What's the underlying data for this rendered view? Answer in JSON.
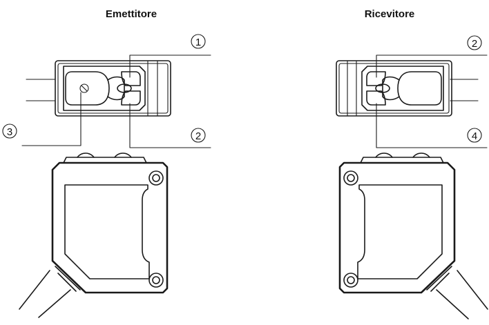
{
  "titles": {
    "emitter": "Emettitore",
    "receiver": "Ricevitore"
  },
  "callouts": {
    "emitter": [
      "1",
      "2",
      "3"
    ],
    "receiver": [
      "2",
      "4"
    ]
  },
  "colors": {
    "line": "#1a1a1a",
    "background": "#ffffff"
  }
}
